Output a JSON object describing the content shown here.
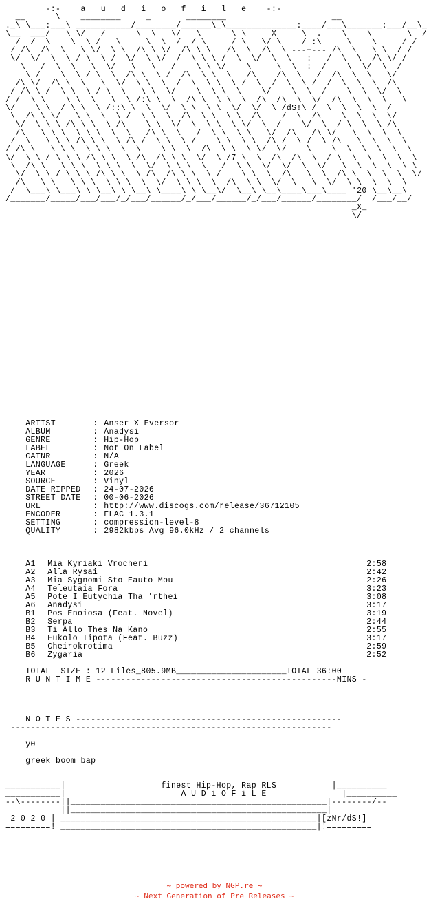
{
  "header_title": "-:-    a   u   d   i   o   f   i   l   e    -:-",
  "art_tags": {
    "signature": "dS!",
    "year_tag": "'20"
  },
  "info": [
    {
      "key": "ARTIST",
      "value": "Anser X Eversor"
    },
    {
      "key": "ALBUM",
      "value": "Anadysi"
    },
    {
      "key": "GENRE",
      "value": "Hip-Hop"
    },
    {
      "key": "LABEL",
      "value": "Not On Label"
    },
    {
      "key": "CATNR",
      "value": "N/A"
    },
    {
      "key": "LANGUAGE",
      "value": "Greek"
    },
    {
      "key": "YEAR",
      "value": "2026"
    },
    {
      "key": "SOURCE",
      "value": "Vinyl"
    },
    {
      "key": "DATE RIPPED",
      "value": "24-07-2026"
    },
    {
      "key": "STREET DATE",
      "value": "00-06-2026"
    },
    {
      "key": "URL",
      "value": "http://www.discogs.com/release/36712105"
    },
    {
      "key": "ENCODER",
      "value": "FLAC 1.3.1"
    },
    {
      "key": "SETTING",
      "value": "compression-level-8"
    },
    {
      "key": "QUALITY",
      "value": "2982kbps Avg 96.0kHz / 2 channels"
    }
  ],
  "tracks": [
    {
      "no": "A1",
      "title": "Mia Kyriaki Vrocheri",
      "duration": "2:58"
    },
    {
      "no": "A2",
      "title": "Alla Rysai",
      "duration": "2:42"
    },
    {
      "no": "A3",
      "title": "Mia Sygnomi Sto Eauto Mou",
      "duration": "2:26"
    },
    {
      "no": "A4",
      "title": "Teleutaia Fora",
      "duration": "3:23"
    },
    {
      "no": "A5",
      "title": "Pote I Eutychia Tha 'rthei",
      "duration": "3:08"
    },
    {
      "no": "A6",
      "title": "Anadysi",
      "duration": "3:17"
    },
    {
      "no": "B1",
      "title": "Pos Enoiosa (Feat. Novel)",
      "duration": "3:19"
    },
    {
      "no": "B2",
      "title": "Serpa",
      "duration": "2:44"
    },
    {
      "no": "B3",
      "title": "Ti Allo Thes Na Kano",
      "duration": "2:55"
    },
    {
      "no": "B4",
      "title": "Eukolo Tipota (Feat. Buzz)",
      "duration": "3:17"
    },
    {
      "no": "B5",
      "title": "Cheirokrotima",
      "duration": "2:59"
    },
    {
      "no": "B6",
      "title": "Zygaria",
      "duration": "2:52"
    }
  ],
  "totals": {
    "size_label": "TOTAL  SIZE : 12 Files_805.9MB",
    "total_label": "TOTAL 36:00",
    "runtime_label": "R U N T I M E",
    "mins_label": "MINS"
  },
  "notes": {
    "heading": "N O T E S",
    "lines": [
      "y0",
      "greek boom bap"
    ]
  },
  "footer": {
    "line1": "finest Hip-Hop, Rap RLS",
    "line2": "A U D i O F i L E",
    "year": "2 0 2 0",
    "tag": "[zNr/dS!]"
  },
  "credits": {
    "line1": "~ powered by NGP.re ~",
    "line2": "~ Next Generation of Pre Releases ~"
  },
  "colors": {
    "text": "#000000",
    "background": "#ffffff",
    "credit": "#e0301e"
  }
}
